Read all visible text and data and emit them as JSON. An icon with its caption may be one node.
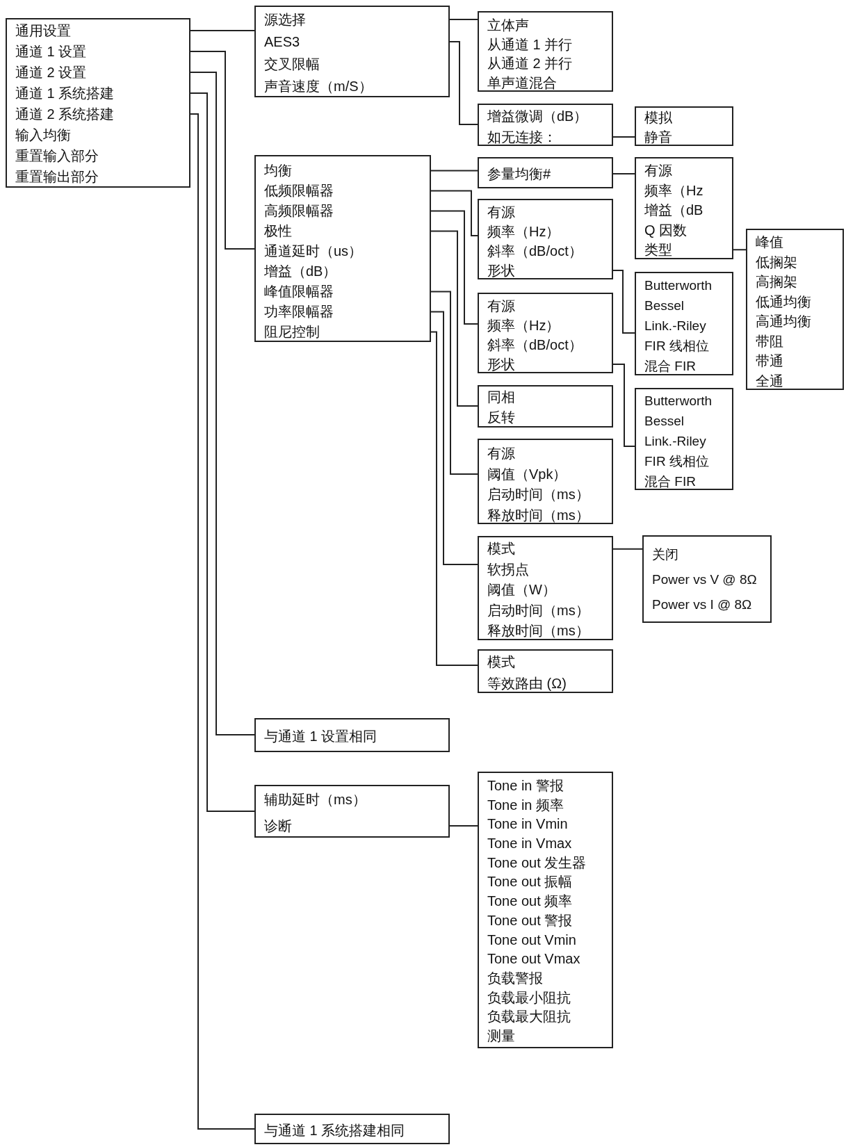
{
  "diagram": {
    "nodes": [
      {
        "text": [
          "通用设置",
          "通道 1 设置",
          "通道 2 设置",
          "通道 1 系统搭建",
          "通道 2 系统搭建",
          "输入均衡",
          "重置输入部分",
          "重置输出部分"
        ]
      },
      {
        "text": [
          "源选择",
          "AES3",
          "交叉限幅",
          "声音速度（m/S）"
        ]
      },
      {
        "text": [
          "立体声",
          "从通道 1 并行",
          "从通道 2 并行",
          "单声道混合"
        ]
      },
      {
        "text": [
          "增益微调（dB）",
          "如无连接："
        ]
      },
      {
        "text": [
          "模拟",
          "静音"
        ]
      },
      {
        "text": [
          "均衡",
          "低频限幅器",
          "高频限幅器",
          "极性",
          "通道延时（us）",
          "增益（dB）",
          "峰值限幅器",
          "功率限幅器",
          "阻尼控制"
        ]
      },
      {
        "text": [
          "参量均衡#"
        ]
      },
      {
        "text": [
          "有源",
          "频率（Hz",
          "增益（dB",
          "Q 因数",
          "类型"
        ]
      },
      {
        "text": [
          "峰值",
          "低搁架",
          "高搁架",
          "低通均衡",
          "高通均衡",
          "带阻",
          "带通",
          "全通"
        ]
      },
      {
        "text": [
          "有源",
          "频率（Hz）",
          "斜率（dB/oct）",
          "形状"
        ]
      },
      {
        "text": [
          "Butterworth",
          "Bessel",
          "Link.-Riley",
          "FIR 线相位",
          "混合 FIR"
        ]
      },
      {
        "text": [
          "有源",
          "频率（Hz）",
          "斜率（dB/oct）",
          "形状"
        ]
      },
      {
        "text": [
          "同相",
          "反转"
        ]
      },
      {
        "text": [
          "Butterworth",
          "Bessel",
          "Link.-Riley",
          "FIR 线相位",
          "混合 FIR"
        ]
      },
      {
        "text": [
          "有源",
          "阈值（Vpk）",
          "启动时间（ms）",
          "释放时间（ms）"
        ]
      },
      {
        "text": [
          "模式",
          "软拐点",
          "阈值（W）",
          "启动时间（ms）",
          "释放时间（ms）"
        ]
      },
      {
        "text": [
          "关闭",
          "Power vs V @ 8Ω",
          "Power vs I @ 8Ω"
        ]
      },
      {
        "text": [
          "模式",
          "等效路由 (Ω)"
        ]
      },
      {
        "text": [
          "与通道 1 设置相同"
        ]
      },
      {
        "text": [
          "辅助延时（ms）",
          "诊断"
        ]
      },
      {
        "text": [
          "Tone in 警报",
          "Tone in 频率",
          "Tone in Vmin",
          "Tone in Vmax",
          "Tone out 发生器",
          "Tone out 振幅",
          "Tone out 频率",
          "Tone out 警报",
          "Tone out Vmin",
          "Tone out Vmax",
          "负载警报",
          "负载最小阻抗",
          "负载最大阻抗",
          "测量"
        ]
      },
      {
        "text": [
          "与通道 1 系统搭建相同"
        ]
      }
    ],
    "edges": [
      {
        "from": 0,
        "to": 1,
        "arrow": "none"
      },
      {
        "from": 0,
        "to": 5,
        "arrow": "none"
      },
      {
        "from": 0,
        "to": 18,
        "arrow": "none"
      },
      {
        "from": 0,
        "to": 19,
        "arrow": "none"
      },
      {
        "from": 0,
        "to": 21,
        "arrow": "none"
      },
      {
        "from": 1,
        "to": 2,
        "arrow": "none"
      },
      {
        "from": 1,
        "to": 3,
        "arrow": "none"
      },
      {
        "from": 3,
        "to": 4,
        "arrow": "none"
      },
      {
        "from": 5,
        "to": 6,
        "arrow": "none"
      },
      {
        "from": 6,
        "to": 7,
        "arrow": "none"
      },
      {
        "from": 7,
        "to": 8,
        "arrow": "none"
      },
      {
        "from": 5,
        "to": 9,
        "arrow": "none"
      },
      {
        "from": 5,
        "to": 11,
        "arrow": "none"
      },
      {
        "from": 5,
        "to": 12,
        "arrow": "none"
      },
      {
        "from": 5,
        "to": 14,
        "arrow": "none"
      },
      {
        "from": 5,
        "to": 15,
        "arrow": "none"
      },
      {
        "from": 5,
        "to": 17,
        "arrow": "none"
      },
      {
        "from": 9,
        "to": 10,
        "arrow": "none"
      },
      {
        "from": 11,
        "to": 13,
        "arrow": "none"
      },
      {
        "from": 15,
        "to": 16,
        "arrow": "none"
      },
      {
        "from": 19,
        "to": 20,
        "arrow": "none"
      }
    ]
  }
}
